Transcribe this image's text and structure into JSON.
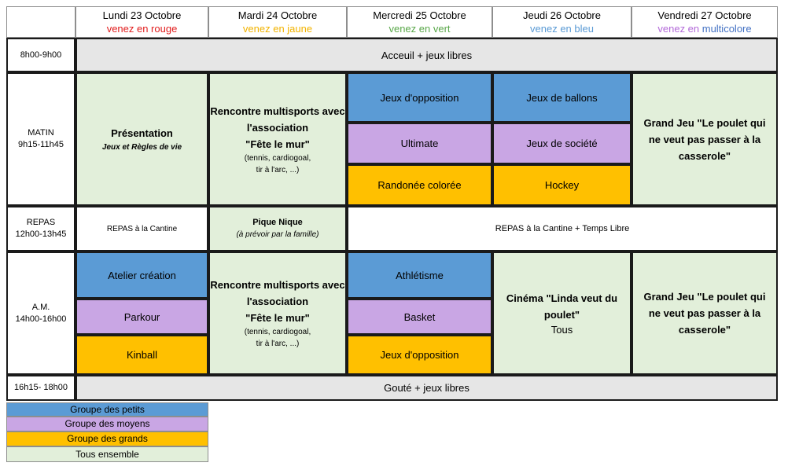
{
  "header": {
    "days": [
      {
        "name": "Lundi 23 Octobre",
        "sub": "venez en rouge",
        "color": "#e11d1d"
      },
      {
        "name": "Mardi 24 Octobre",
        "sub": "venez en jaune",
        "color": "#f2b300"
      },
      {
        "name": "Mercredi 25 Octobre",
        "sub": "venez en vert",
        "color": "#5aa84a"
      },
      {
        "name": "Jeudi 26 Octobre",
        "sub": "venez en bleu",
        "color": "#5b9bd5"
      },
      {
        "name": "Vendredi 27 Octobre",
        "sub_a": "venez en ",
        "sub_b": "multicolore",
        "sub_a_color": "#b36ad9",
        "sub_b_color": "#4472c4"
      }
    ]
  },
  "rows": {
    "accueil": {
      "time": "8h00-9h00",
      "text": "Acceuil + jeux libres"
    },
    "matin": {
      "time_a": "MATIN",
      "time_b": "9h15-11h45"
    },
    "repas": {
      "time_a": "REPAS",
      "time_b": "12h00-13h45"
    },
    "am": {
      "time_a": "A.M.",
      "time_b": "14h00-16h00"
    },
    "goute": {
      "time": "16h15- 18h00",
      "text": "Gouté + jeux libres"
    }
  },
  "matin": {
    "lundi": {
      "title": "Présentation",
      "subtitle": "Jeux et Règles de vie"
    },
    "mardi": {
      "l1": "Rencontre multisports avec",
      "l2": "l'association",
      "l3": "\"Fête le mur\"",
      "l4": "(tennis, cardiogoal,",
      "l5": "tir à l'arc, ...)"
    },
    "mercredi": [
      "Jeux d'opposition",
      "Ultimate",
      "Randonée colorée"
    ],
    "jeudi": [
      "Jeux de ballons",
      "Jeux de société",
      "Hockey"
    ],
    "vendredi": {
      "l1": "Grand Jeu \"Le poulet qui",
      "l2": "ne veut pas passer à la",
      "l3": "casserole\""
    }
  },
  "repas": {
    "lundi": "REPAS à la Cantine",
    "mardi": {
      "title": "Pique Nique",
      "subtitle": "(à prévoir par la famille)"
    },
    "rest": "REPAS à la Cantine + Temps Libre"
  },
  "am": {
    "lundi": [
      "Atelier création",
      "Parkour",
      "Kinball"
    ],
    "mardi": {
      "l1": "Rencontre multisports avec",
      "l2": "l'association",
      "l3": "\"Fête le mur\"",
      "l4": "(tennis, cardiogoal,",
      "l5": "tir à l'arc, ...)"
    },
    "mercredi": [
      "Athlétisme",
      "Basket",
      "Jeux d'opposition"
    ],
    "jeudi": {
      "l1": "Cinéma \"Linda veut du",
      "l2": "poulet\"",
      "l3": "Tous"
    },
    "vendredi": {
      "l1": "Grand Jeu \"Le poulet qui",
      "l2": "ne veut pas passer à la",
      "l3": "casserole\""
    }
  },
  "legend": [
    "Groupe des petits",
    "Groupe des moyens",
    "Groupe des grands",
    "Tous ensemble"
  ],
  "colors": {
    "petits": "#5b9bd5",
    "moyens": "#c9a6e4",
    "grands": "#ffc000",
    "tous": "#e2efda",
    "grey": "#e6e6e6"
  }
}
